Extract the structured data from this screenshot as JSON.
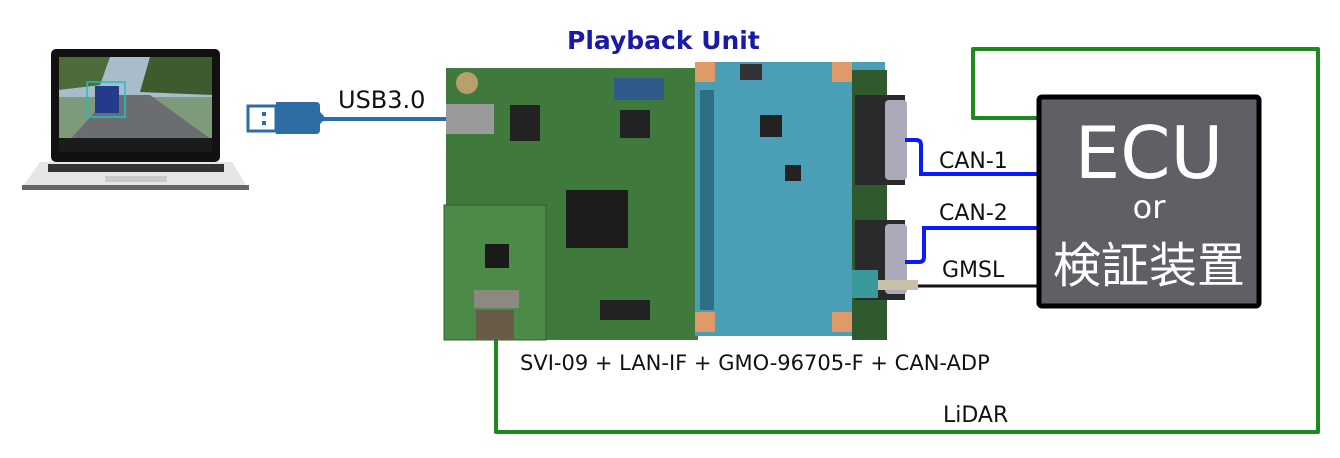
{
  "title": "Playback Unit",
  "connections": {
    "usb": "USB3.0",
    "can1": "CAN-1",
    "can2": "CAN-2",
    "gmsl": "GMSL",
    "lidar": "LiDAR"
  },
  "caption": "SVI-09 + LAN-IF + GMO-96705-F + CAN-ADP",
  "ecu": {
    "line1": "ECU",
    "line2": "or",
    "line3": "検証装置"
  },
  "colors": {
    "title": "#1a1aa8",
    "usb": "#2e6da4",
    "can": "#0a1aff",
    "lidar": "#1e8a1e",
    "ecu_fill": "#5f6066"
  }
}
